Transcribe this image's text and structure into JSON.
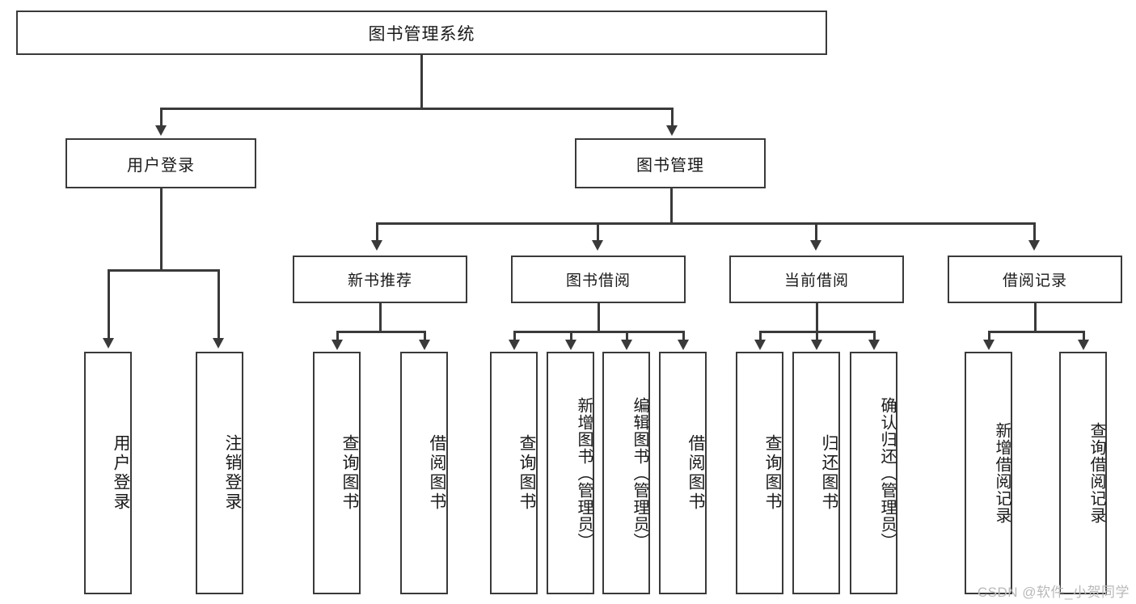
{
  "diagram": {
    "title": "图书管理系统",
    "type": "hierarchy-tree",
    "watermark": "CSDN @软件_小贺同学",
    "root": {
      "id": "root",
      "label": "图书管理系统"
    },
    "level2": [
      {
        "id": "user-login",
        "label": "用户登录"
      },
      {
        "id": "book-management",
        "label": "图书管理"
      }
    ],
    "level3": [
      {
        "id": "new-book-recommend",
        "label": "新书推荐",
        "parent": "book-management"
      },
      {
        "id": "book-borrow",
        "label": "图书借阅",
        "parent": "book-management"
      },
      {
        "id": "current-borrow",
        "label": "当前借阅",
        "parent": "book-management"
      },
      {
        "id": "borrow-record",
        "label": "借阅记录",
        "parent": "book-management"
      }
    ],
    "leaves": [
      {
        "id": "leaf-user-login",
        "label": "用户登录",
        "parent": "user-login"
      },
      {
        "id": "leaf-logout-login",
        "label": "注销登录",
        "parent": "user-login"
      },
      {
        "id": "leaf-query-book-1",
        "label": "查询图书",
        "parent": "new-book-recommend"
      },
      {
        "id": "leaf-borrow-book-1",
        "label": "借阅图书",
        "parent": "new-book-recommend"
      },
      {
        "id": "leaf-query-book-2",
        "label": "查询图书",
        "parent": "book-borrow"
      },
      {
        "id": "leaf-add-book",
        "label": "新增图书（管理员）",
        "parent": "book-borrow"
      },
      {
        "id": "leaf-edit-book",
        "label": "编辑图书（管理员）",
        "parent": "book-borrow"
      },
      {
        "id": "leaf-borrow-book-2",
        "label": "借阅图书",
        "parent": "book-borrow"
      },
      {
        "id": "leaf-query-book-3",
        "label": "查询图书",
        "parent": "current-borrow"
      },
      {
        "id": "leaf-return-book",
        "label": "归还图书",
        "parent": "current-borrow"
      },
      {
        "id": "leaf-confirm-return",
        "label": "确认归还（管理员）",
        "parent": "current-borrow"
      },
      {
        "id": "leaf-add-record",
        "label": "新增借阅记录",
        "parent": "borrow-record"
      },
      {
        "id": "leaf-query-record",
        "label": "查询借阅记录",
        "parent": "borrow-record"
      }
    ]
  }
}
